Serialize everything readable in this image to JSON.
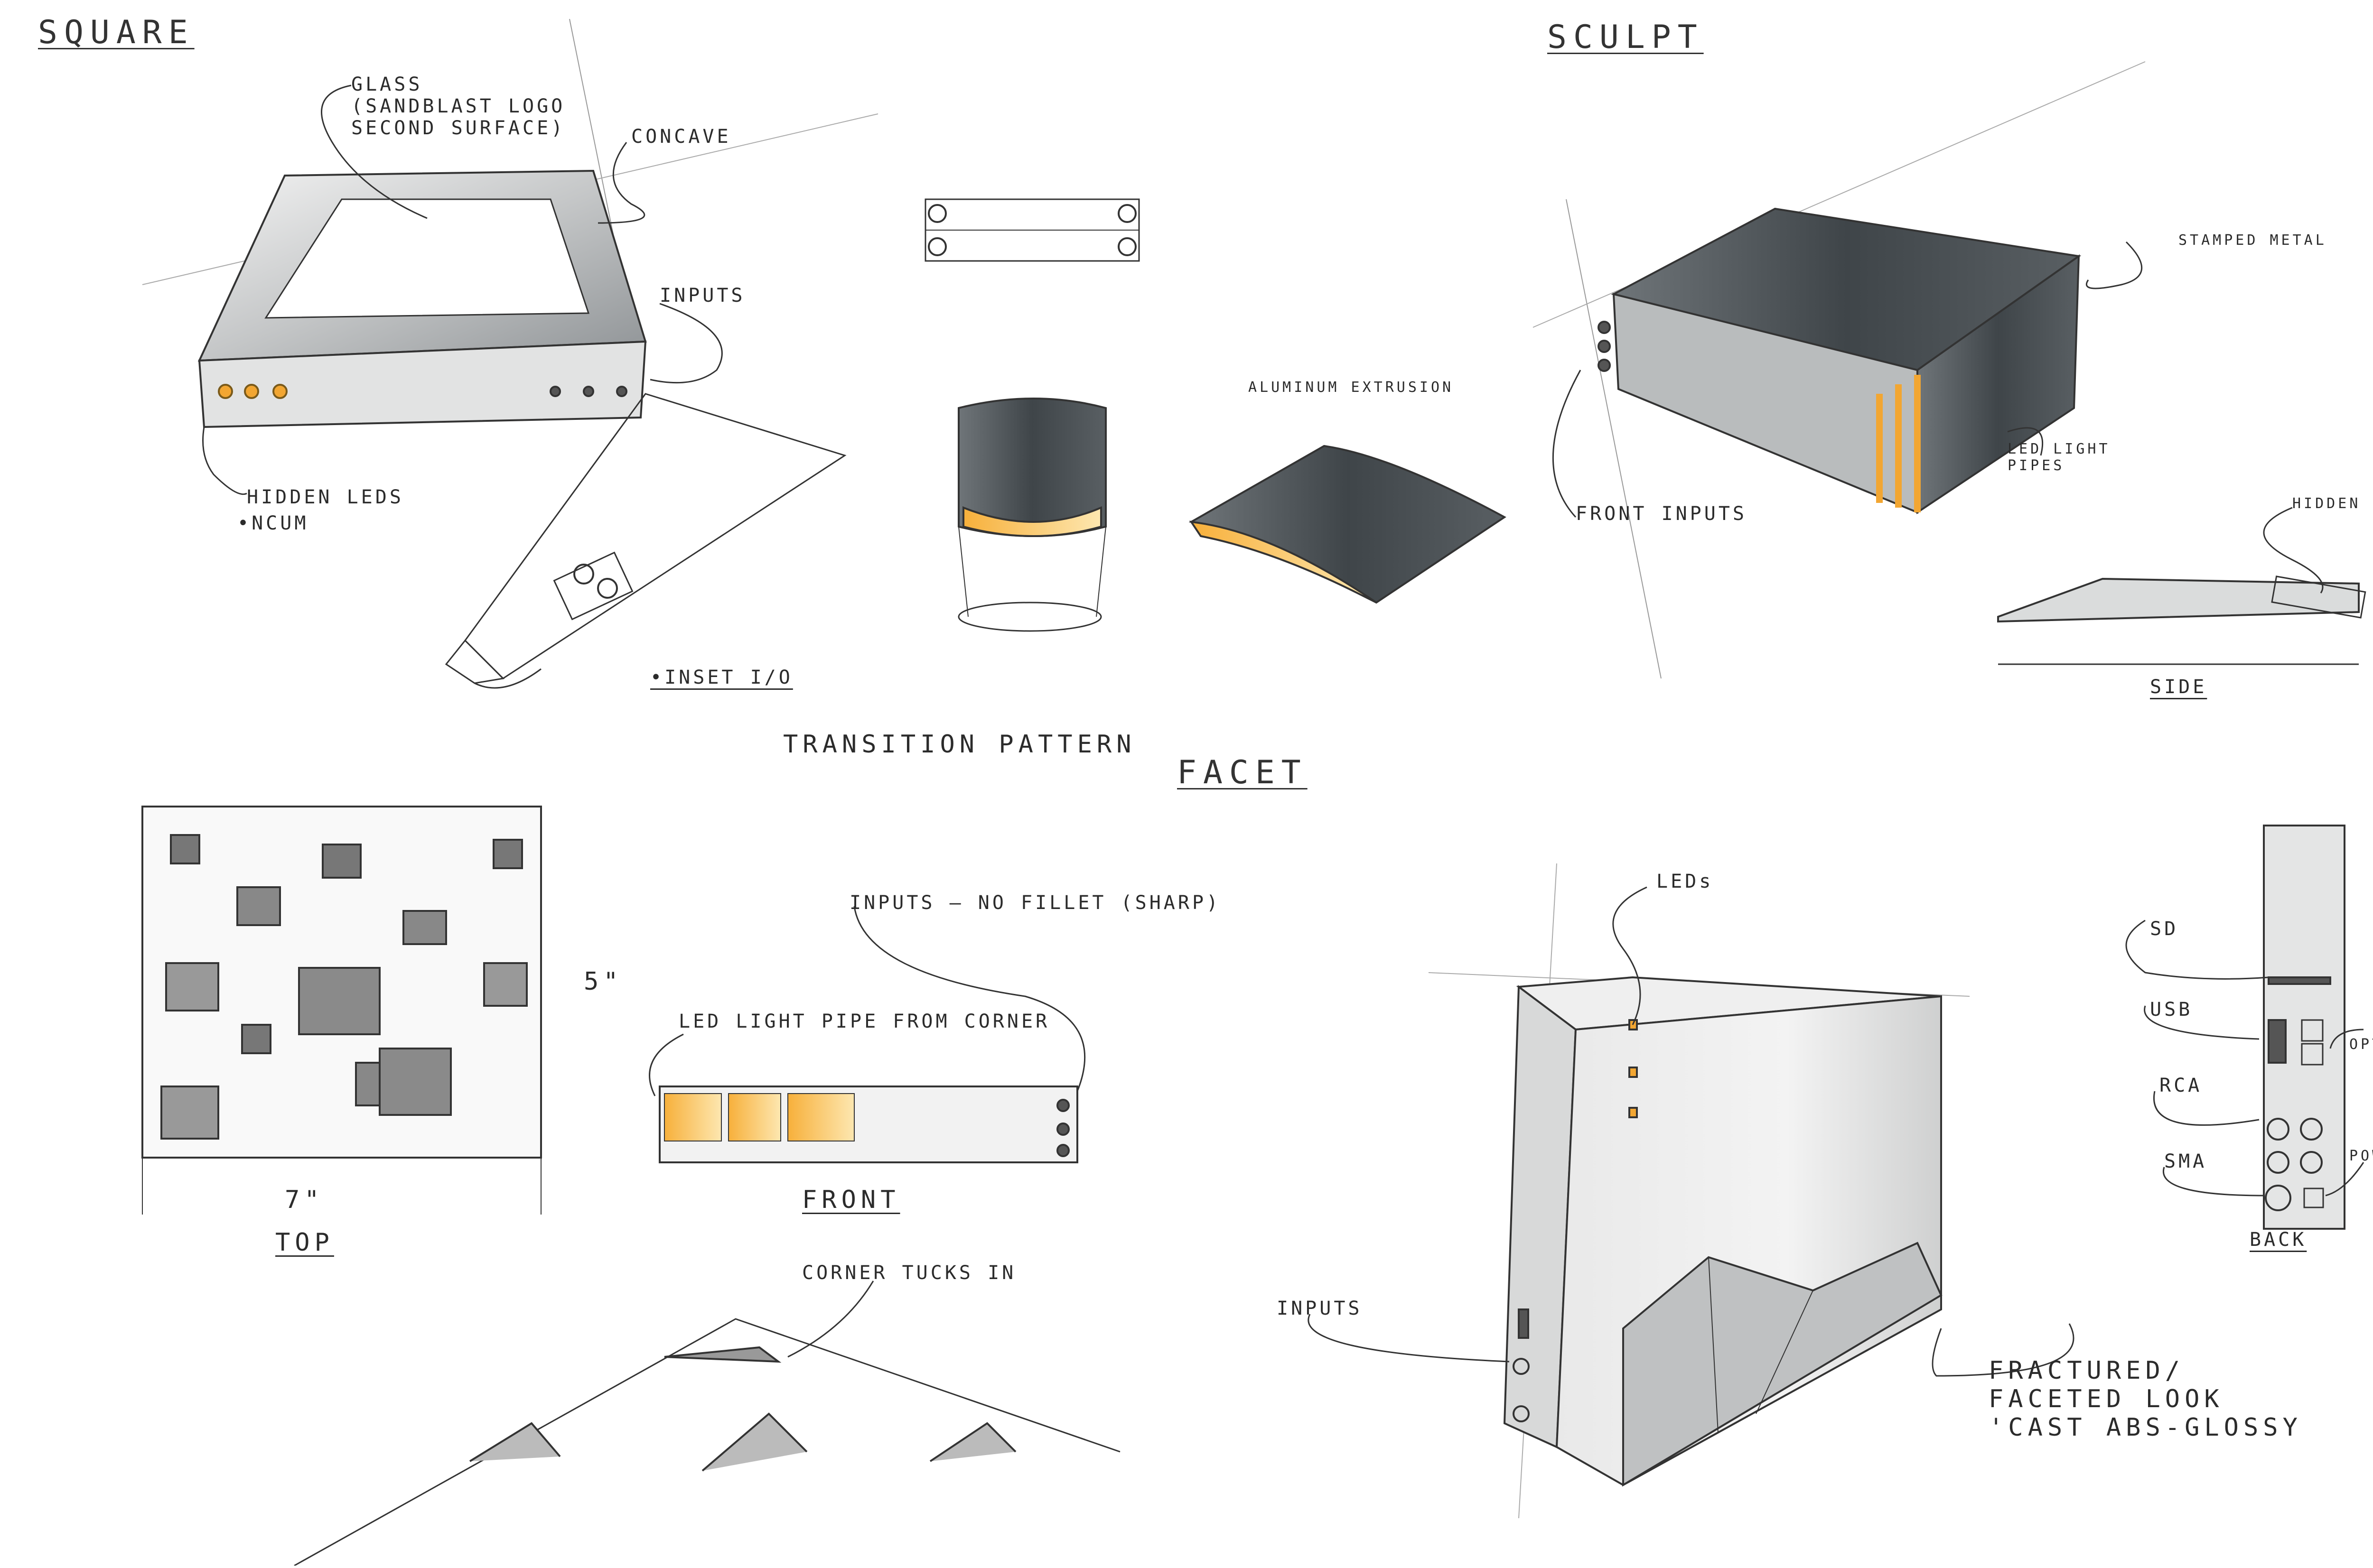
{
  "square": {
    "title": "SQUARE",
    "glass_note": "GLASS\n(SANDBLAST LOGO\nSECOND SURFACE)",
    "concave": "CONCAVE",
    "inputs": "INPUTS",
    "hidden_leds": "HIDDEN LEDS",
    "ncum": "•NCUM",
    "inset_io": "•INSET I/O"
  },
  "sculpt": {
    "title": "SCULPT",
    "stamped_metal": "STAMPED METAL",
    "led_light_pipes": "LED LIGHT\nPIPES",
    "front_inputs": "FRONT INPUTS",
    "hidden_sd": "HIDDEN SD",
    "side": "SIDE"
  },
  "extrusion": {
    "aluminum": "ALUMINUM EXTRUSION",
    "transition_pattern": "TRANSITION PATTERN"
  },
  "facet": {
    "title": "FACET",
    "dim_5": "5\"",
    "dim_7": "7\"",
    "top": "TOP",
    "front": "FRONT",
    "inputs_no_fillet": "INPUTS — NO FILLET (SHARP)",
    "led_light_pipe_corner": "LED LIGHT PIPE FROM CORNER",
    "corner_tucks_in": "CORNER TUCKS IN",
    "leds": "LEDs",
    "inputs": "INPUTS",
    "fractured": "FRACTURED/\nFACETED LOOK\n'CAST ABS-GLOSSY",
    "sd": "SD",
    "usb": "USB",
    "optical": "OPTICAL",
    "rca": "RCA",
    "sma": "SMA",
    "power": "POWER",
    "back": "BACK"
  },
  "colors": {
    "ink": "#2b2b2b",
    "marker_gray": "#a9acad",
    "marker_dark": "#4a5054",
    "led_orange": "#f2a632",
    "led_glow": "#f7c85e"
  }
}
